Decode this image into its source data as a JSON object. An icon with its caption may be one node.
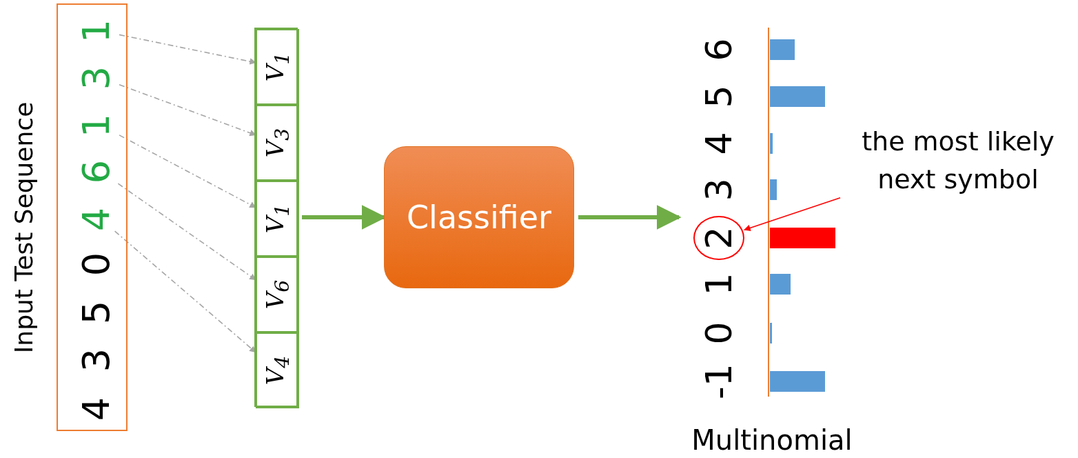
{
  "diagram": {
    "nodes": [
      {
        "text": [
          "Input Test Sequence"
        ]
      },
      {
        "text": [
          "4"
        ],
        "in": 0
      },
      {
        "text": [
          "3"
        ],
        "in": 0
      },
      {
        "text": [
          "5"
        ],
        "in": 0
      },
      {
        "text": [
          "0"
        ],
        "in": 0
      },
      {
        "text": [
          "4"
        ],
        "in": 0
      },
      {
        "text": [
          "6"
        ],
        "in": 0
      },
      {
        "text": [
          "1"
        ],
        "in": 0
      },
      {
        "text": [
          "3"
        ],
        "in": 0
      },
      {
        "text": [
          "1"
        ],
        "in": 0
      },
      {
        "text": [],
        "shape": "box"
      },
      {
        "text": [
          "V$_{1}$"
        ],
        "in": 10
      },
      {
        "text": [
          "V$_{3}$"
        ],
        "in": 10
      },
      {
        "text": [
          "V$_{1}$"
        ],
        "in": 10
      },
      {
        "text": [
          "V$_{6}$"
        ],
        "in": 10
      },
      {
        "text": [
          "V$_{4}$"
        ],
        "in": 10
      },
      {
        "text": [
          "Classifier"
        ]
      },
      {
        "text": [
          "Multinomial"
        ]
      },
      {
        "text": [
          "2"
        ],
        "in": 17
      },
      {
        "text": [
          "the most likely next symbol"
        ]
      }
    ],
    "edges": [
      {
        "from": 9,
        "to": 11,
        "arrow": "to",
        "style": "dashed",
        "color": "#a6a6a6"
      },
      {
        "from": 8,
        "to": 12,
        "arrow": "to",
        "style": "dashed",
        "color": "#a6a6a6"
      },
      {
        "from": 7,
        "to": 13,
        "arrow": "to",
        "style": "dashed",
        "color": "#a6a6a6"
      },
      {
        "from": 6,
        "to": 14,
        "arrow": "to",
        "style": "dashed",
        "color": "#a6a6a6"
      },
      {
        "from": 5,
        "to": 15,
        "arrow": "to",
        "style": "dashed",
        "color": "#a6a6a6"
      },
      {
        "from": 10,
        "to": 16,
        "arrow": "to",
        "style": "thick",
        "color": "#70ad47"
      },
      {
        "from": 16,
        "to": 17,
        "arrow": "to",
        "style": "thick",
        "color": "#70ad47"
      },
      {
        "from": 19,
        "to": 18,
        "arrow": "to",
        "color": "#ff0000"
      }
    ],
    "labels": [
      "-1",
      "0",
      "1",
      "3",
      "4",
      "5",
      "6"
    ]
  }
}
